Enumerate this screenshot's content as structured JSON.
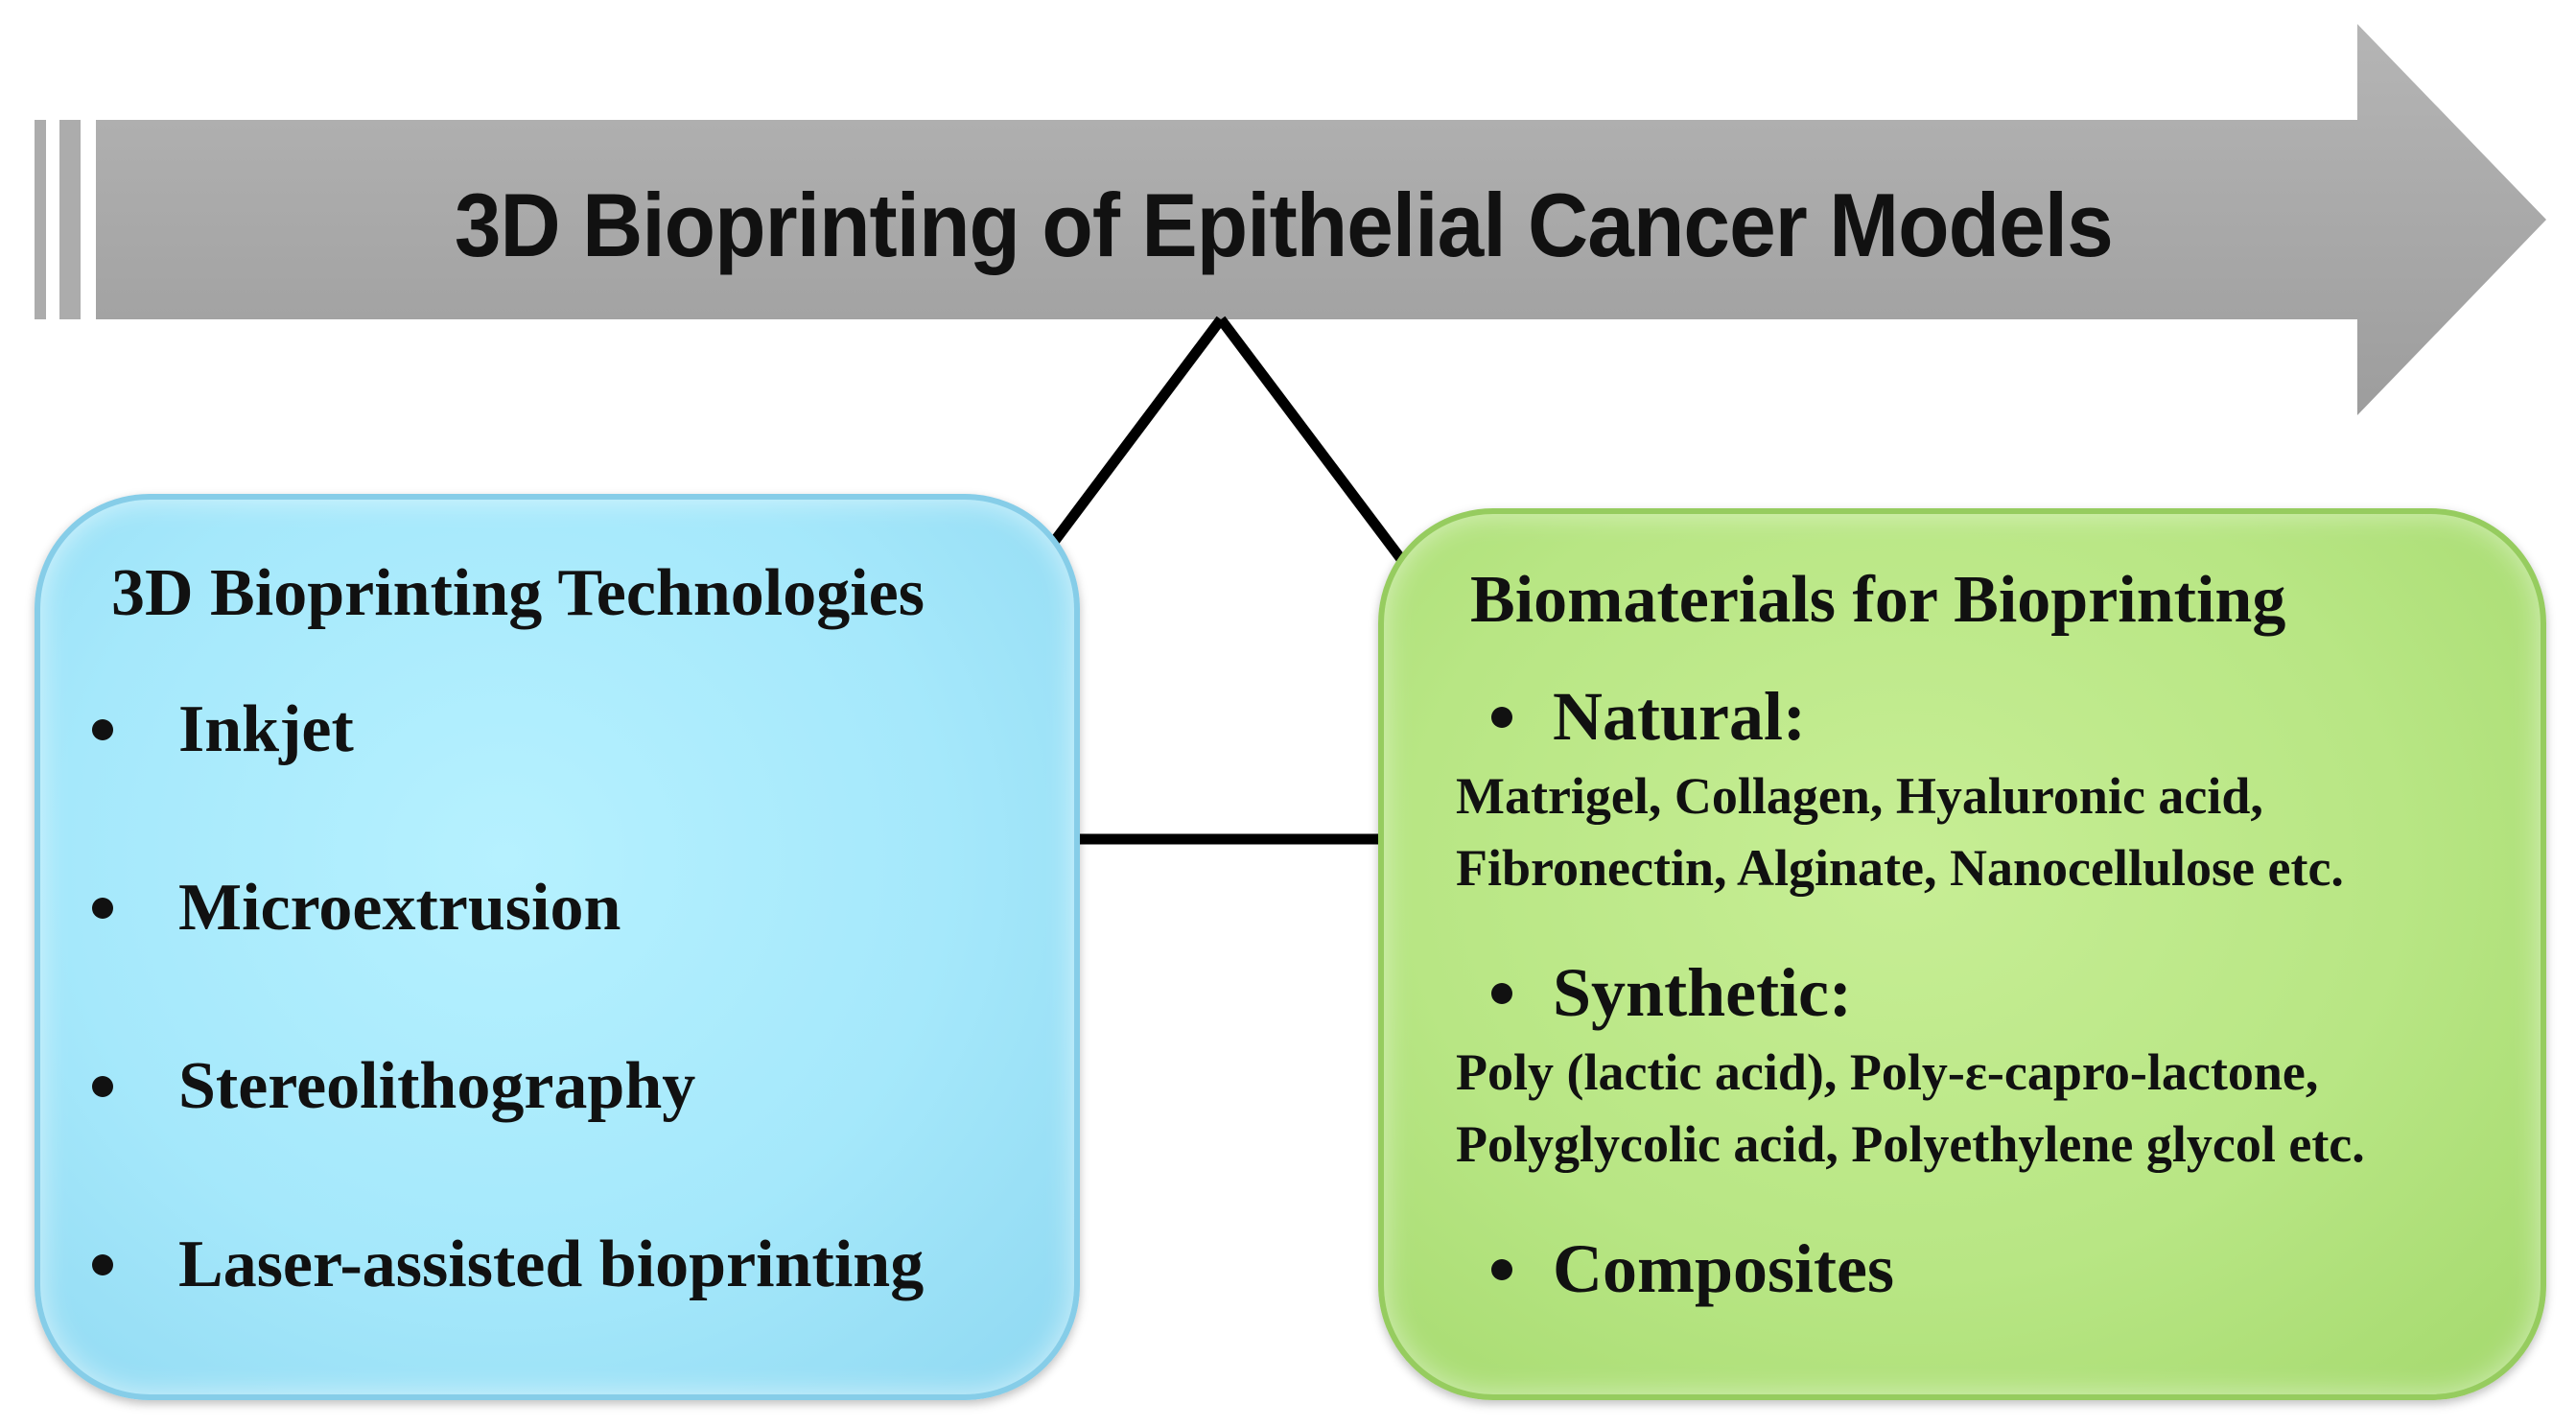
{
  "title": "3D Bioprinting of Epithelial Cancer Models",
  "colors": {
    "arrow": "#a8a8a8",
    "left_box": "#a5e8fb",
    "right_box": "#b8e684",
    "connector": "#000000"
  },
  "technologies": {
    "heading": "3D Bioprinting Technologies",
    "items": [
      "Inkjet",
      "Microextrusion",
      "Stereolithography",
      "Laser-assisted bioprinting"
    ]
  },
  "biomaterials": {
    "heading": "Biomaterials for Bioprinting",
    "natural": {
      "label": "Natural:",
      "line1": "Matrigel, Collagen, Hyaluronic acid,",
      "line2": "Fibronectin, Alginate, Nanocellulose etc."
    },
    "synthetic": {
      "label": "Synthetic:",
      "line1": "Poly (lactic acid), Poly-ε-capro-lactone,",
      "line2": "Polyglycolic acid, Polyethylene glycol etc."
    },
    "composites": {
      "label": "Composites"
    }
  }
}
